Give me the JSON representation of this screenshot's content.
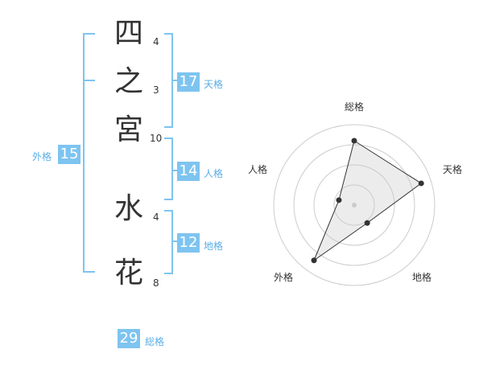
{
  "name": {
    "chars": [
      {
        "char": "四",
        "strokes": "4"
      },
      {
        "char": "之",
        "strokes": "3"
      },
      {
        "char": "宮",
        "strokes": "10"
      },
      {
        "char": "水",
        "strokes": "4"
      },
      {
        "char": "花",
        "strokes": "8"
      }
    ]
  },
  "scores": {
    "tenkaku": {
      "value": "17",
      "label": "天格"
    },
    "jinkaku": {
      "value": "14",
      "label": "人格"
    },
    "chikaku": {
      "value": "12",
      "label": "地格"
    },
    "gaikaku": {
      "value": "15",
      "label": "外格"
    },
    "soukaku": {
      "value": "29",
      "label": "総格"
    }
  },
  "colors": {
    "accent": "#7ec4f0",
    "label_blue": "#5aaee6",
    "text": "#333333"
  },
  "chart_data": {
    "type": "radar",
    "axes": [
      "総格",
      "天格",
      "地格",
      "外格",
      "人格"
    ],
    "rings": 4,
    "values": [
      3.2,
      3.5,
      1.1,
      3.4,
      0.8
    ],
    "max": 4,
    "grid": true
  }
}
